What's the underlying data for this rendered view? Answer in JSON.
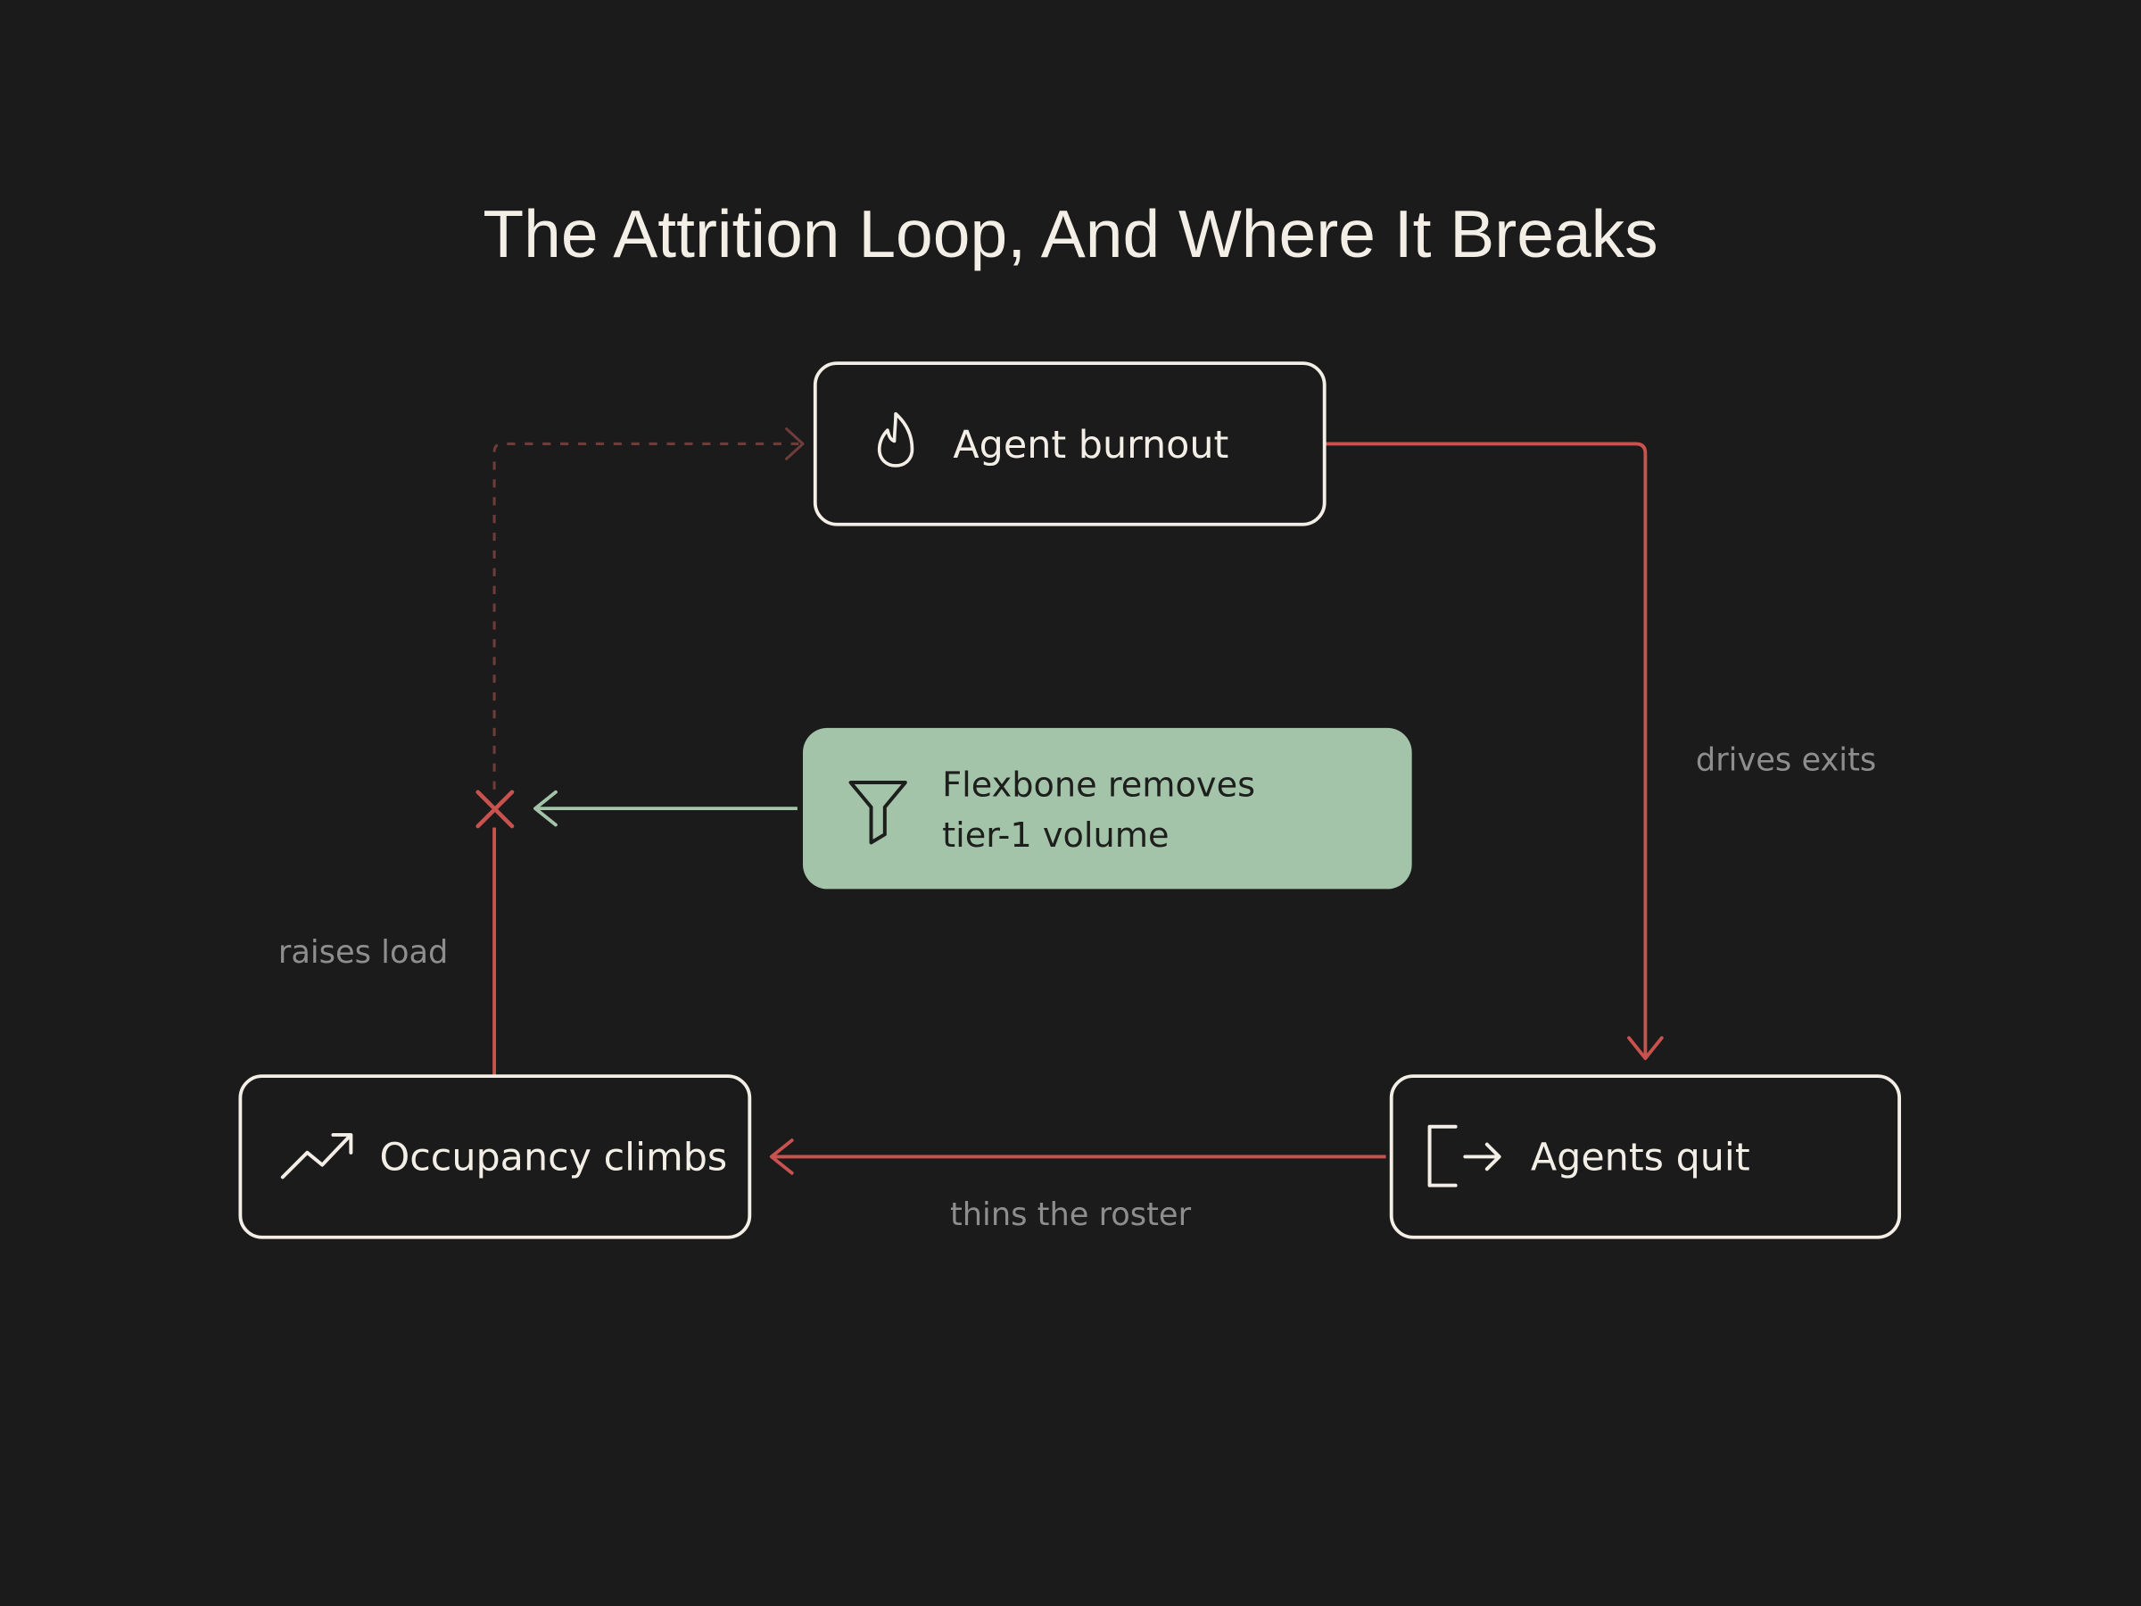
{
  "title": "The Attrition Loop, And Where It Breaks",
  "nodes": {
    "burnout": {
      "label": "Agent burnout",
      "icon": "flame-icon"
    },
    "quit": {
      "label": "Agents quit",
      "icon": "exit-icon"
    },
    "occupancy": {
      "label": "Occupancy climbs",
      "icon": "trending-up-icon"
    },
    "flexbone": {
      "line1": "Flexbone removes",
      "line2": "tier-1 volume",
      "icon": "funnel-icon"
    }
  },
  "edges": {
    "burnout_to_quit": "drives exits",
    "quit_to_occupancy": "thins the roster",
    "occupancy_to_burnout": "raises load"
  },
  "colors": {
    "background": "#1b1b1b",
    "loop_arrow": "#c9524f",
    "intervention_fill": "#a4c4a9",
    "intervention_arrow": "#a4c4a9",
    "node_stroke": "#f3efe6",
    "edge_label": "#8e8e8e"
  }
}
